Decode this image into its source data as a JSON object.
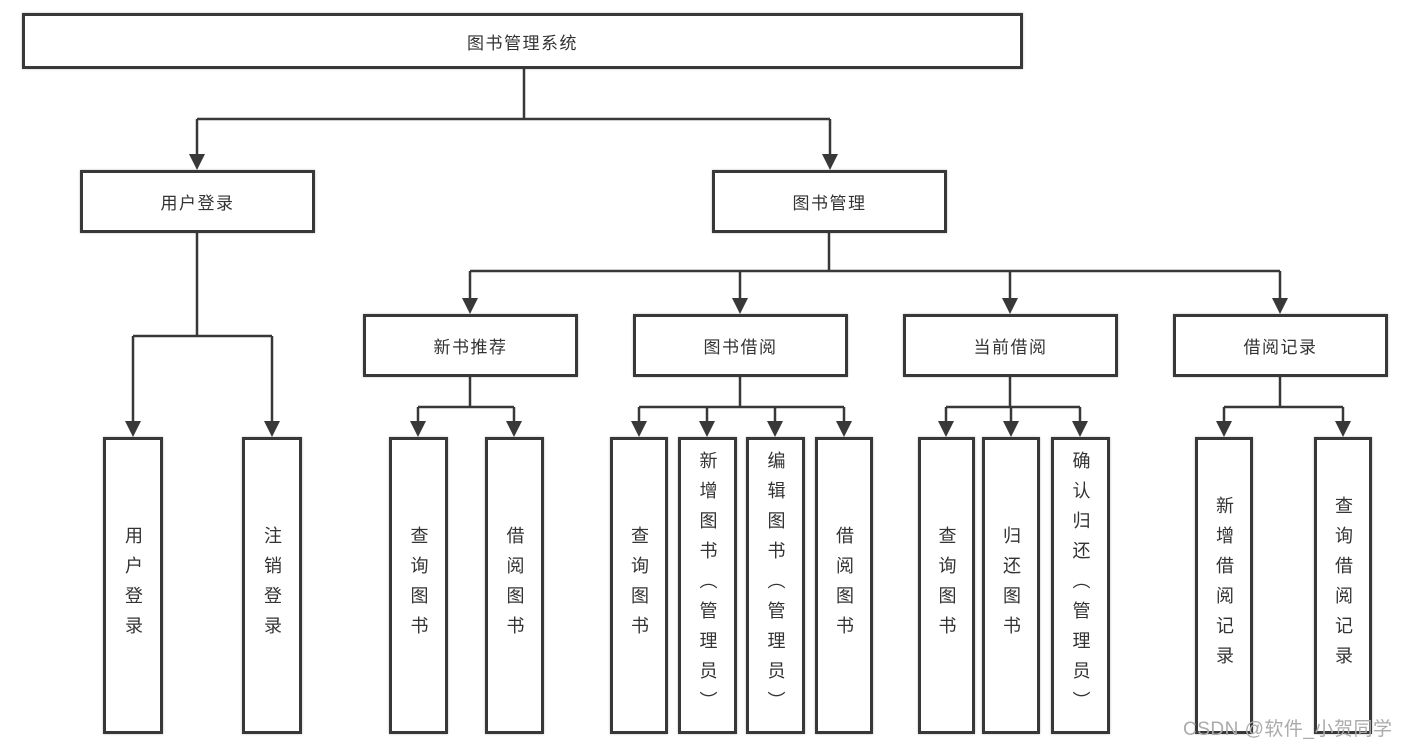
{
  "diagram": {
    "root": "图书管理系统",
    "user_login": {
      "label": "用户登录",
      "children": {
        "login": "用户登录",
        "logout": "注销登录"
      }
    },
    "book_mgmt": {
      "label": "图书管理",
      "sections": {
        "new_book_rec": {
          "label": "新书推荐",
          "children": {
            "query_books": "查询图书",
            "borrow_books": "借阅图书"
          }
        },
        "book_borrow": {
          "label": "图书借阅",
          "children": {
            "query_books": "查询图书",
            "add_books": "新增图书（管理员）",
            "edit_books": "编辑图书（管理员）",
            "borrow_books": "借阅图书"
          }
        },
        "current_borrow": {
          "label": "当前借阅",
          "children": {
            "query_books": "查询图书",
            "return_books": "归还图书",
            "confirm_return": "确认归还（管理员）"
          }
        },
        "borrow_record": {
          "label": "借阅记录",
          "children": {
            "add_record": "新增借阅记录",
            "query_record": "查询借阅记录"
          }
        }
      }
    }
  },
  "colors": {
    "line": "#383838",
    "text": "#333333",
    "watermark": "#ababab",
    "background": "#ffffff"
  },
  "watermark": "CSDN @软件_小贺同学"
}
